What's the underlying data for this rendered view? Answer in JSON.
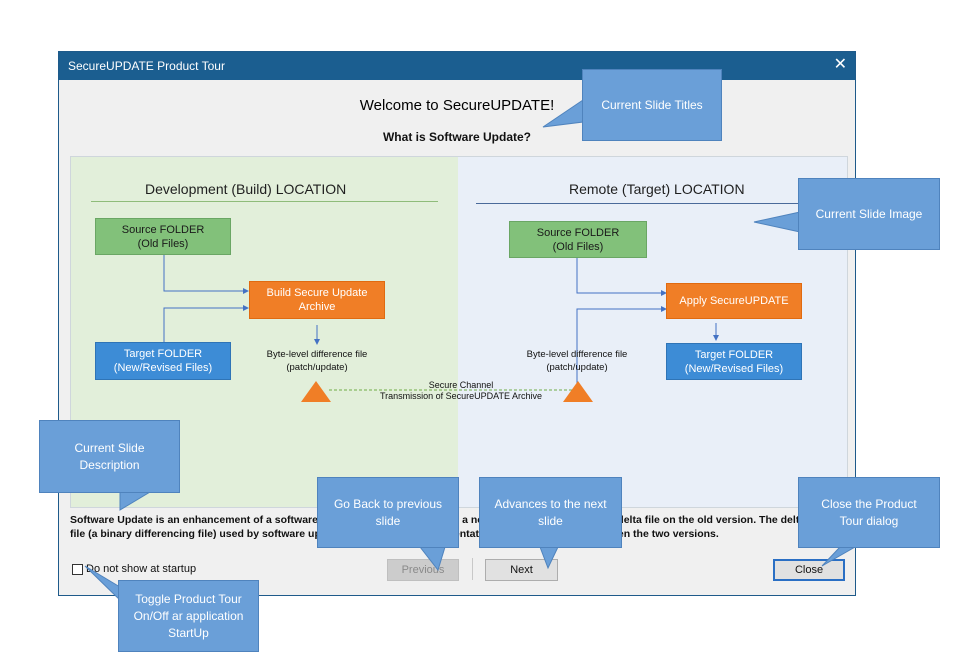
{
  "window": {
    "title": "SecureUPDATE Product Tour",
    "close_glyph": "✕"
  },
  "slide": {
    "title": "Welcome to SecureUPDATE!",
    "subtitle": "What is Software Update?",
    "image": {
      "left": {
        "heading": "Development (Build) LOCATION",
        "source_line1": "Source FOLDER",
        "source_line2": "(Old Files)",
        "target_line1": "Target FOLDER",
        "target_line2": "(New/Revised Files)",
        "build_line1": "Build Secure Update",
        "build_line2": "Archive",
        "diff_line1": "Byte-level difference file",
        "diff_line2": "(patch/update)"
      },
      "right": {
        "heading": "Remote (Target) LOCATION",
        "source_line1": "Source FOLDER",
        "source_line2": "(Old Files)",
        "apply": "Apply SecureUPDATE",
        "target_line1": "Target FOLDER",
        "target_line2": "(New/Revised Files)",
        "diff_line1": "Byte-level difference file",
        "diff_line2": "(patch/update)"
      },
      "channel_line1": "Secure Channel",
      "channel_line2": "Transmission of SecureUPDATE Archive",
      "colors": {
        "green": "#82c17a",
        "orange": "#f07e26",
        "blue": "#3d8cd6"
      }
    },
    "description_line1": "Software Update is an enhancement of a software application from an older to a newer version, by applying a delta file on the old version. The delta",
    "description_line2": "file (a binary differencing file) used by software updating is a compact representation of the differences between the two versions."
  },
  "footer": {
    "startup_checkbox_label": "Do not show at startup",
    "startup_checked": false,
    "previous_label": "Previous",
    "next_label": "Next",
    "close_label": "Close"
  },
  "callouts": {
    "titles": "Current Slide Titles",
    "image": "Current Slide Image",
    "description_line1": "Current Slide",
    "description_line2": "Description",
    "previous_line1": "Go Back to previous",
    "previous_line2": "slide",
    "next_line1": "Advances to the next",
    "next_line2": "slide",
    "close_line1": "Close the Product",
    "close_line2": "Tour dialog",
    "toggle_line1": "Toggle Product Tour",
    "toggle_line2": "On/Off ar application",
    "toggle_line3": "StartUp",
    "color": "#6a9fd8"
  }
}
